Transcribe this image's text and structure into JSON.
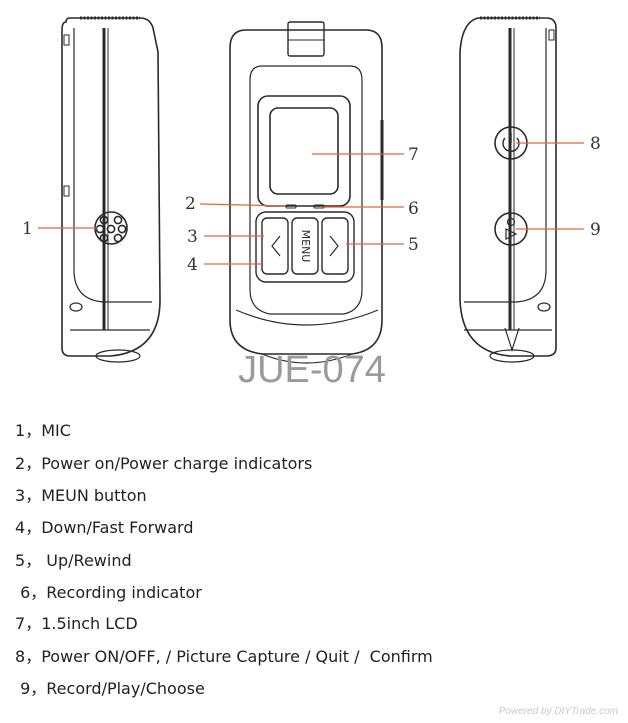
{
  "model_title": "JUE-074",
  "callouts": [
    "1",
    "2",
    "3",
    "4",
    "5",
    "6",
    "7",
    "8",
    "9"
  ],
  "device_button_label": "MENU",
  "legend": [
    {
      "num": "1",
      "sep": "，",
      "text": "MIC"
    },
    {
      "num": "2",
      "sep": "，",
      "text": "Power on/Power charge indicators"
    },
    {
      "num": "3",
      "sep": "，",
      "text": "MEUN button"
    },
    {
      "num": "4",
      "sep": "，",
      "text": "Down/Fast Forward"
    },
    {
      "num": "5",
      "sep": "，",
      "text": " Up/Rewind"
    },
    {
      "num": " 6",
      "sep": "，",
      "text": "Recording indicator"
    },
    {
      "num": "7",
      "sep": "，",
      "text": "1.5inch LCD"
    },
    {
      "num": "8",
      "sep": "，",
      "text": "Power ON/OFF, / Picture Capture / Quit /  Confirm"
    },
    {
      "num": " 9",
      "sep": "，",
      "text": "Record/Play/Choose"
    }
  ],
  "watermark": "Powered by DIYTrade.com",
  "colors": {
    "callout_line": "#e2673a",
    "outline": "#2a2a2a",
    "text": "#222222",
    "title": "#9a9a9a"
  }
}
